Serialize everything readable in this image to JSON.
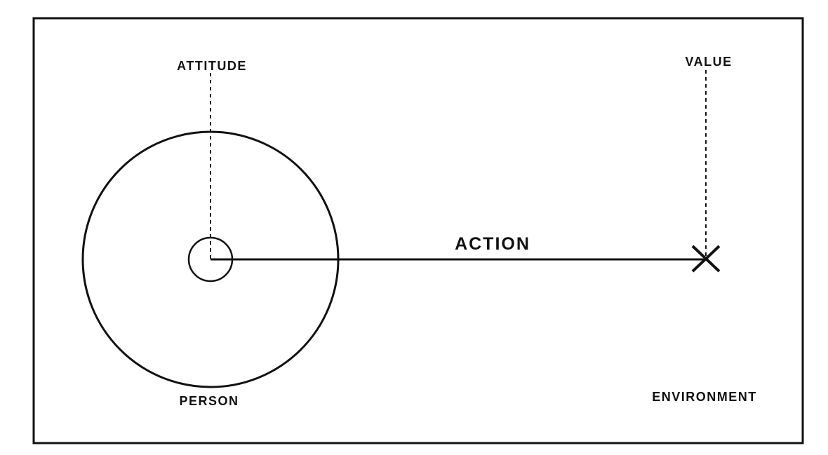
{
  "labels": {
    "attitude": "ATTITUDE",
    "value": "VALUE",
    "action": "ACTION",
    "person": "PERSON",
    "environment": "ENVIRONMENT"
  },
  "colors": {
    "ink": "#111111",
    "background": "#ffffff"
  }
}
